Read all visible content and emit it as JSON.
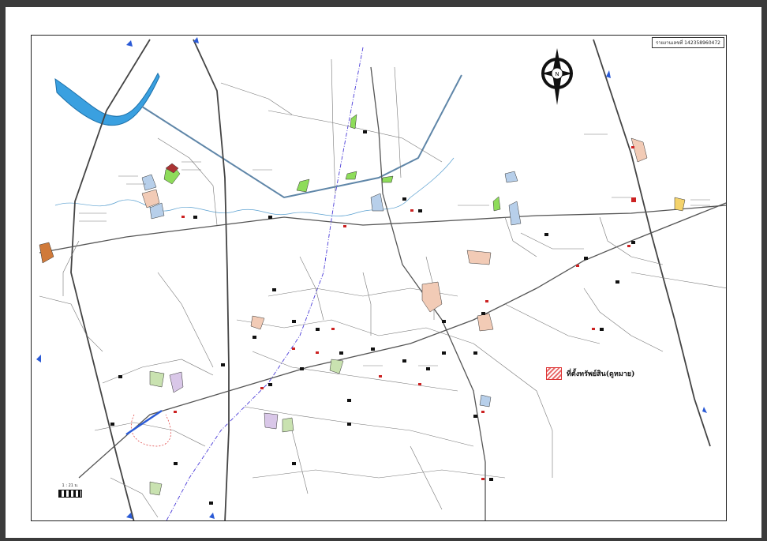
{
  "map": {
    "reference_label": "รายงานเลขที่ 142358960472",
    "legend": {
      "label": "ที่ตั้งทรัพย์สิน(ดูหมาย)",
      "swatch_color": "#e86a6a"
    },
    "compass": {
      "label": "N"
    },
    "scale": {
      "label": "1 : 21 ม."
    },
    "colors": {
      "river": "#3aa0e0",
      "road": "#555555",
      "highway": "#444444",
      "canal": "#5aa0d0",
      "dashed_route": "#4a3bd8",
      "parcel_green": "#8edc5a",
      "parcel_pink": "#f2cbb6",
      "parcel_blue": "#b7cfea"
    }
  }
}
